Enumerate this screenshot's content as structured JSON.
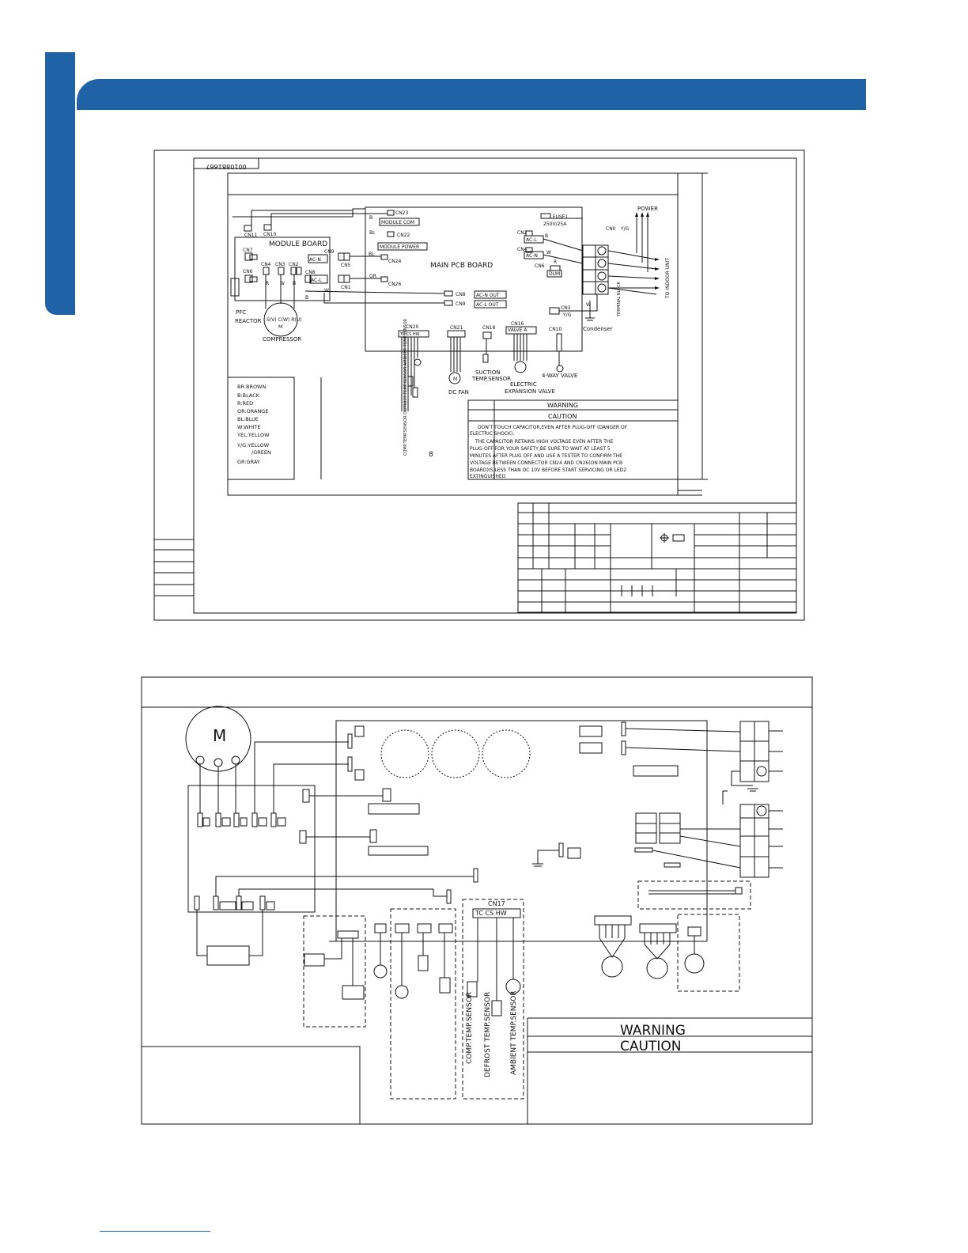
{
  "theme": {
    "accent": "#1f63a6"
  },
  "diagram1": {
    "drawing_no": "00108B1667",
    "module_board": "MODULE BOARD",
    "main_board": "MAIN PCB BOARD",
    "connectors": {
      "cn23": "CN23",
      "module_com": "MODULE COM",
      "cn22": "CN22",
      "module_power": "MODULE POWER",
      "cn24": "CN24",
      "cn26": "CN26",
      "cn11": "CN11",
      "cn10a": "CN10",
      "cn7": "CN7",
      "cn6": "CN6",
      "cn4": "CN4",
      "cn3a": "CN3",
      "cn2a": "CN2",
      "cn8a": "CN8",
      "cn9a": "CN9",
      "cn5": "CN5",
      "cn1": "CN1",
      "acn": "AC-N",
      "acl": "AC-L",
      "cn8b": "CN8",
      "cn9b": "CN9",
      "acn_out": "AC-N OUT",
      "acl_out": "AC-L OUT",
      "fuse": "FUSE1",
      "fuse_rating": "250V/25A",
      "cn2b": "CN2",
      "cn4b": "CN4",
      "cn0": "CN0",
      "cn6b": "CN6",
      "cn3b": "CN3",
      "dum": "DUM",
      "yg": "Y/G",
      "yg2": "Y/G",
      "cn20": "CN20",
      "tp_cs_hw": "TP CS HW",
      "cn21": "CN21",
      "cn18": "CN18",
      "cn16": "CN16",
      "valve_a": "VALVE A",
      "cn10b": "CN10"
    },
    "wire_letters": {
      "b1": "B",
      "bl1": "BL",
      "bl2": "BL",
      "or1": "OR",
      "b2": "B",
      "w1": "W",
      "r1": "R",
      "w2": "W",
      "r2": "R",
      "w3": "W",
      "b3": "B",
      "b4": "B",
      "w4": "W"
    },
    "labels": {
      "power": "POWER",
      "to_indoor": "TO INDOOR UNIT",
      "terminal_block": "TERMINAL BLOCK",
      "pfc": "PFC",
      "reactor": "REACTOR",
      "compressor": "COMPRESSOR",
      "comp_pins": "S(V) C(W) R(U)",
      "motor_m": "M",
      "dc_fan": "DC FAN",
      "suction": "SUCTION",
      "temp_sensor": "TEMP.SENSOR",
      "electric": "ELECTRIC",
      "exp_valve": "EXPANSION VALVE",
      "four_way": "4-WAY VALVE",
      "condenser": "Condenser",
      "sensors_vert": "COMP.TEMP.SENSOR  DEFROST TEMP.SENSOR  AMBIENT TEMP.SENSOR",
      "eight": "8"
    },
    "legend": [
      "BR:BROWN",
      "B:BLACK",
      "R:RED",
      "OR:ORANGE",
      "BL:BLUE",
      "W:WHITE",
      "YEL:YELLOW",
      "Y/G:YELLOW",
      "/GREEN",
      "GR:GRAY"
    ],
    "warning_title": "WARNING",
    "caution_title": "CAUTION",
    "warning_lines": [
      "DON'T TOUCH CAPACITOR,EVEN AFTER PLUG-OFF (DANGER OF",
      "ELECTRIC SHOCK).",
      "THE CAPACITOR RETAINS HIGH VOLTAGE EVEN AFTER THE",
      "PLUG-OFF FOR YOUR SAFETY,BE SURE TO WAIT AT LEAST 5",
      "MINUTES AFTER PLUG OFF AND USE A TESTER TO CONFIRM THE",
      "VOLTAGE BETWEEN CONNECTOR CN24 AND CN26(ON MAIN PCB",
      "BOARD)IS LESS THAN DC 10V BEFORE START SERVICING OR LED2",
      "EXTINGUISHED"
    ]
  },
  "diagram2": {
    "m_label": "M",
    "cn17": "CN17",
    "tc_cs_hw": "TC  CS  HW",
    "sensor_comp": "COMP.TEMP.SENSOR",
    "sensor_defrost": "DEFROST TEMP.SENSOR",
    "sensor_ambient": "AMBIENT TEMP.SENSOR",
    "warning_title": "WARNING",
    "caution_title": "CAUTION"
  }
}
